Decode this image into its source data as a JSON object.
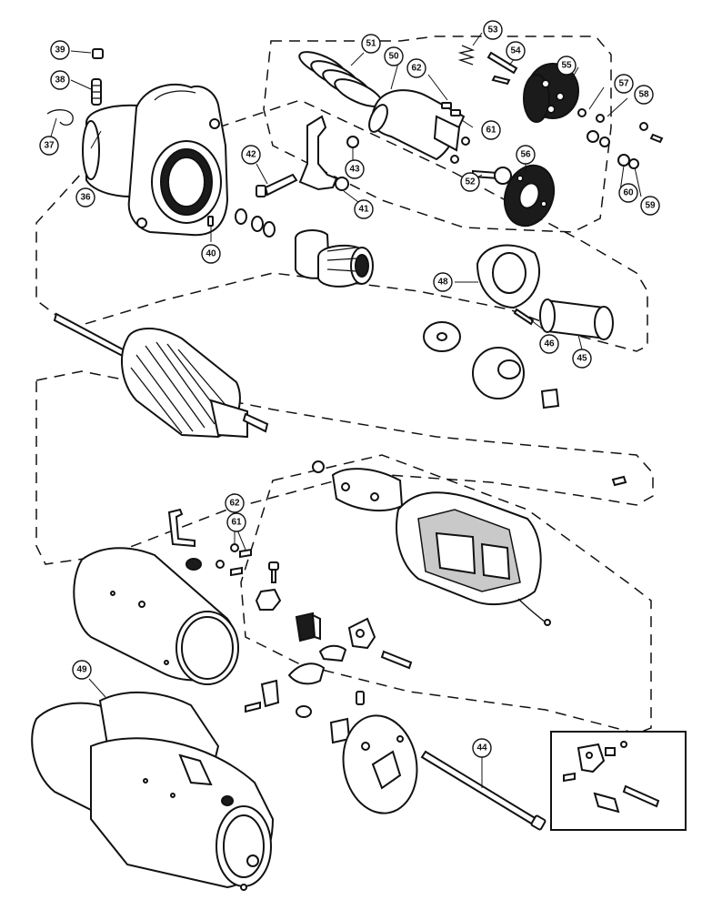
{
  "callouts": {
    "c36": "36",
    "c37": "37",
    "c38": "38",
    "c39": "39",
    "c40": "40",
    "c41": "41",
    "c42": "42",
    "c43": "43",
    "c44": "44",
    "c45": "45",
    "c46": "46",
    "c48": "48",
    "c49": "49",
    "c50": "50",
    "c51": "51",
    "c52": "52",
    "c53": "53",
    "c54": "54",
    "c55": "55",
    "c56": "56",
    "c57": "57",
    "c58": "58",
    "c59": "59",
    "c60": "60",
    "c61": "61",
    "c62": "62",
    "c61b": "61",
    "c62b": "62"
  }
}
